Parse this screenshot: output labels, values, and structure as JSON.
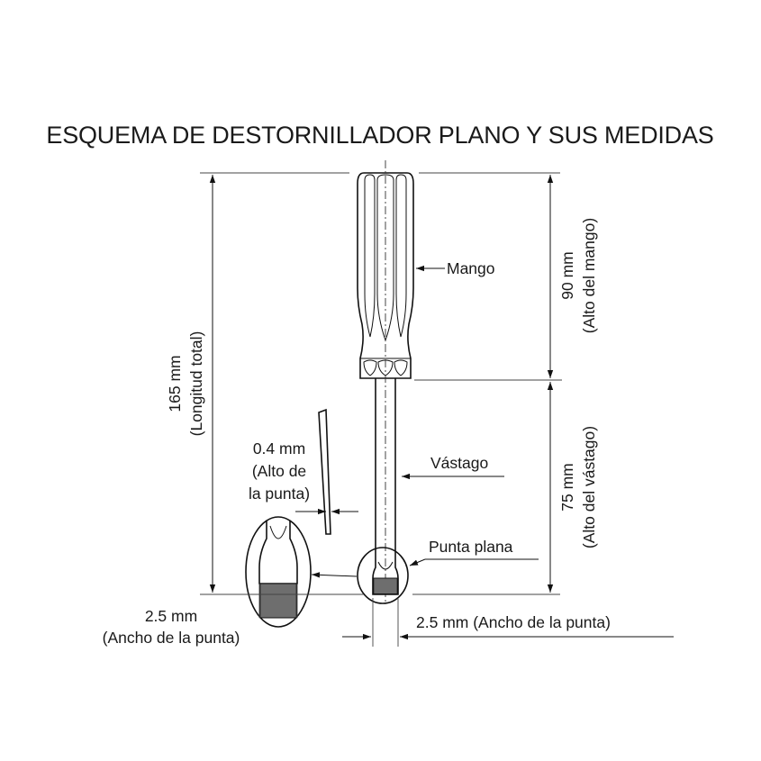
{
  "title": "ESQUEMA DE DESTORNILLADOR PLANO Y SUS MEDIDAS",
  "parts": {
    "handle": "Mango",
    "shaft": "Vástago",
    "tip": "Punta plana"
  },
  "dimensions": {
    "total_length": {
      "value": "165 mm",
      "caption": "(Longitud total)"
    },
    "handle_height": {
      "value": "90 mm",
      "caption": "(Alto del mango)"
    },
    "shaft_height": {
      "value": "75 mm",
      "caption": "(Alto del vástago)"
    },
    "tip_thickness": {
      "value": "0.4 mm",
      "caption_1": "(Alto de",
      "caption_2": "la punta)"
    },
    "tip_width_main": {
      "text": "2.5 mm (Ancho de la punta)"
    },
    "tip_width_detail": {
      "value": "2.5 mm",
      "caption": "(Ancho de la punta)"
    }
  },
  "colors": {
    "line": "#111111",
    "tip_fill": "#6e6e6e",
    "background": "#ffffff"
  }
}
